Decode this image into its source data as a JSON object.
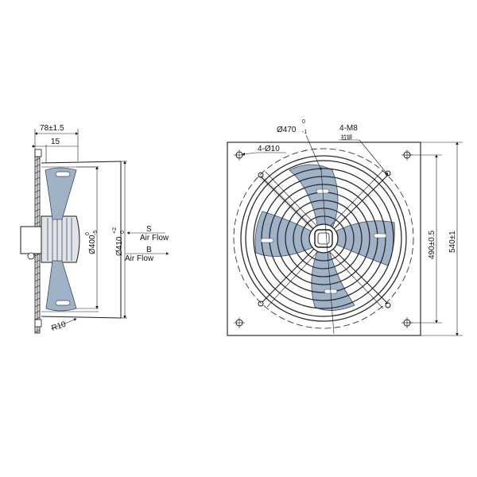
{
  "side_view": {
    "depth_label": "78±1.5",
    "offset_label": "15",
    "dia_400_label": "Ø400",
    "dia_400_tol_upper": "0",
    "dia_400_tol_lower": "-5",
    "dia_410_label": "Ø410",
    "dia_410_tol_upper": "+2",
    "dia_410_tol_lower": "0",
    "airflow_s_letter": "S",
    "airflow_s_text": "Air Flow",
    "airflow_b_letter": "B",
    "airflow_b_text": "Air Flow",
    "radius_label": "R10"
  },
  "front_view": {
    "guard_dia_label": "Ø470",
    "guard_tol_upper": "0",
    "guard_tol_lower": "-1",
    "holes_label": "4-Ø10",
    "bolt_label": "4-M8",
    "bolt_note": "拉铆",
    "inner_dim_label": "490±0.5",
    "outer_dim_label": "540±1"
  },
  "colors": {
    "blade_fill": "#9fb2c7",
    "line": "#1a1a1a"
  }
}
